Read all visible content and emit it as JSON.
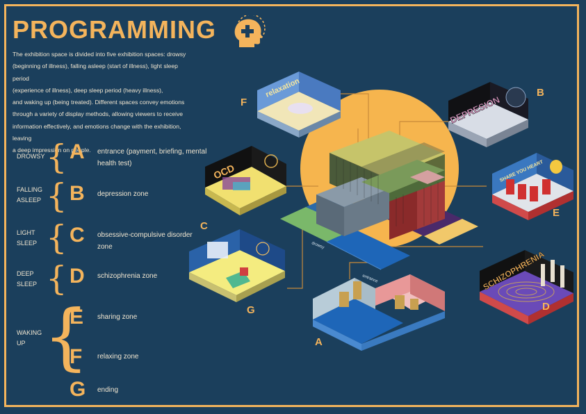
{
  "title": "PROGRAMMING",
  "intro": [
    "The exhibition space is divided into five exhibition spaces: drowsy",
    "(beginning of illness), falling asleep (start of illness), light sleep period",
    "(experience of illness), deep sleep period (heavy illness),",
    "and waking up (being treated). Different spaces convey emotions",
    "through a variety of display methods, allowing viewers to receive",
    "information effectively, and emotions change with the exhibition, leaving",
    "a deep impression on people."
  ],
  "stages": {
    "drowsy": "DROWSY",
    "falling_1": "FALLING",
    "falling_2": "ASLEEP",
    "light_1": "LIGHT",
    "light_2": "SLEEP",
    "deep_1": "DEEP",
    "deep_2": "SLEEP",
    "waking_1": "WAKING",
    "waking_2": "UP"
  },
  "zones": {
    "a": {
      "letter": "A",
      "desc_1": "entrance (payment, briefing, mental",
      "desc_2": "health test)"
    },
    "b": {
      "letter": "B",
      "desc": "depression zone"
    },
    "c": {
      "letter": "C",
      "desc_1": "obsessive-compulsive disorder",
      "desc_2": "zone"
    },
    "d": {
      "letter": "D",
      "desc": "schizophrenia zone"
    },
    "e": {
      "letter": "E",
      "desc": "sharing zone"
    },
    "f": {
      "letter": "F",
      "desc": "relaxing zone"
    },
    "g": {
      "letter": "G",
      "desc": "ending"
    }
  },
  "diagram_text": {
    "relaxation": "relaxation",
    "depresion": "DEPRESION",
    "ocd": "OCD",
    "share": "SHARE YOU HEART",
    "schizophrenia": "SCHIZOPHRENIA",
    "entrance": "entrance",
    "drowsy_floor": "drowsy"
  },
  "colors": {
    "accent": "#f4b45c",
    "background": "#1b3f5c",
    "text": "#f1e6d0",
    "sun": "#f6b54e"
  },
  "icons": [
    "head-plus-icon"
  ]
}
